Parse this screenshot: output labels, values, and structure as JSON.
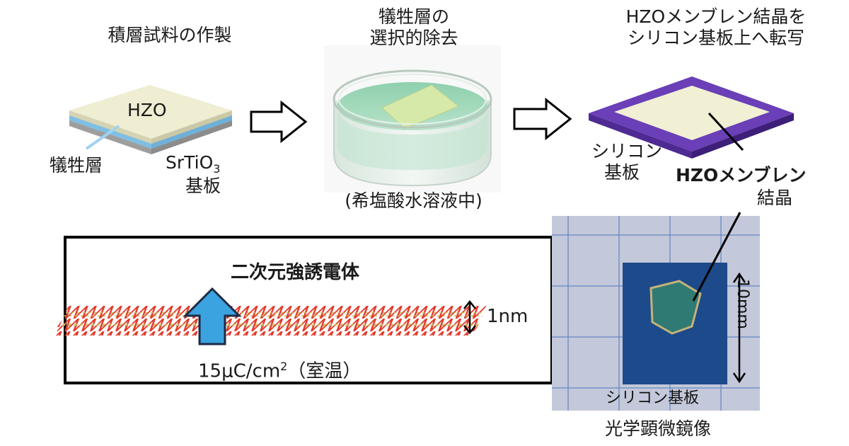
{
  "step1": {
    "title": "積層試料の作製",
    "hzo_label": "HZO",
    "sacrificial_label": "犠牲層",
    "substrate_line1": "SrTiO",
    "substrate_sub": "3",
    "substrate_line2": "基板"
  },
  "step2": {
    "title_line1": "犠牲層の",
    "title_line2": "選択的除去",
    "solution_label": "(希塩酸水溶液中)"
  },
  "step3": {
    "title_line1": "HZOメンブレン結晶を",
    "title_line2": "シリコン基板上へ転写",
    "silicon_line1": "シリコン",
    "silicon_line2": "基板",
    "membrane_line1": "HZOメンブレン",
    "membrane_line2": "結晶"
  },
  "main": {
    "title": "二次元強誘電体",
    "thickness": "1nm",
    "polarization": "15μC/cm",
    "polarization_sup": "2",
    "polarization_suffix": "（室温）"
  },
  "photo": {
    "size_label": "10mm",
    "substrate_label": "シリコン基板",
    "caption": "光学顕微鏡像"
  },
  "colors": {
    "hzo_film": "#efedd2",
    "sacrificial": "#9fd3ee",
    "substrate": "#c9c9c9",
    "silicon": "#6a3fb7",
    "arrow_blue": "#3aa3e0",
    "lattice_red": "#e23a2a",
    "lattice_yellow": "#c8c060",
    "sample_blue": "#1d4a8a",
    "membrane_teal": "#2f7a72"
  },
  "icons": [
    "right-arrow-icon",
    "up-arrow-icon",
    "double-arrow-icon"
  ]
}
